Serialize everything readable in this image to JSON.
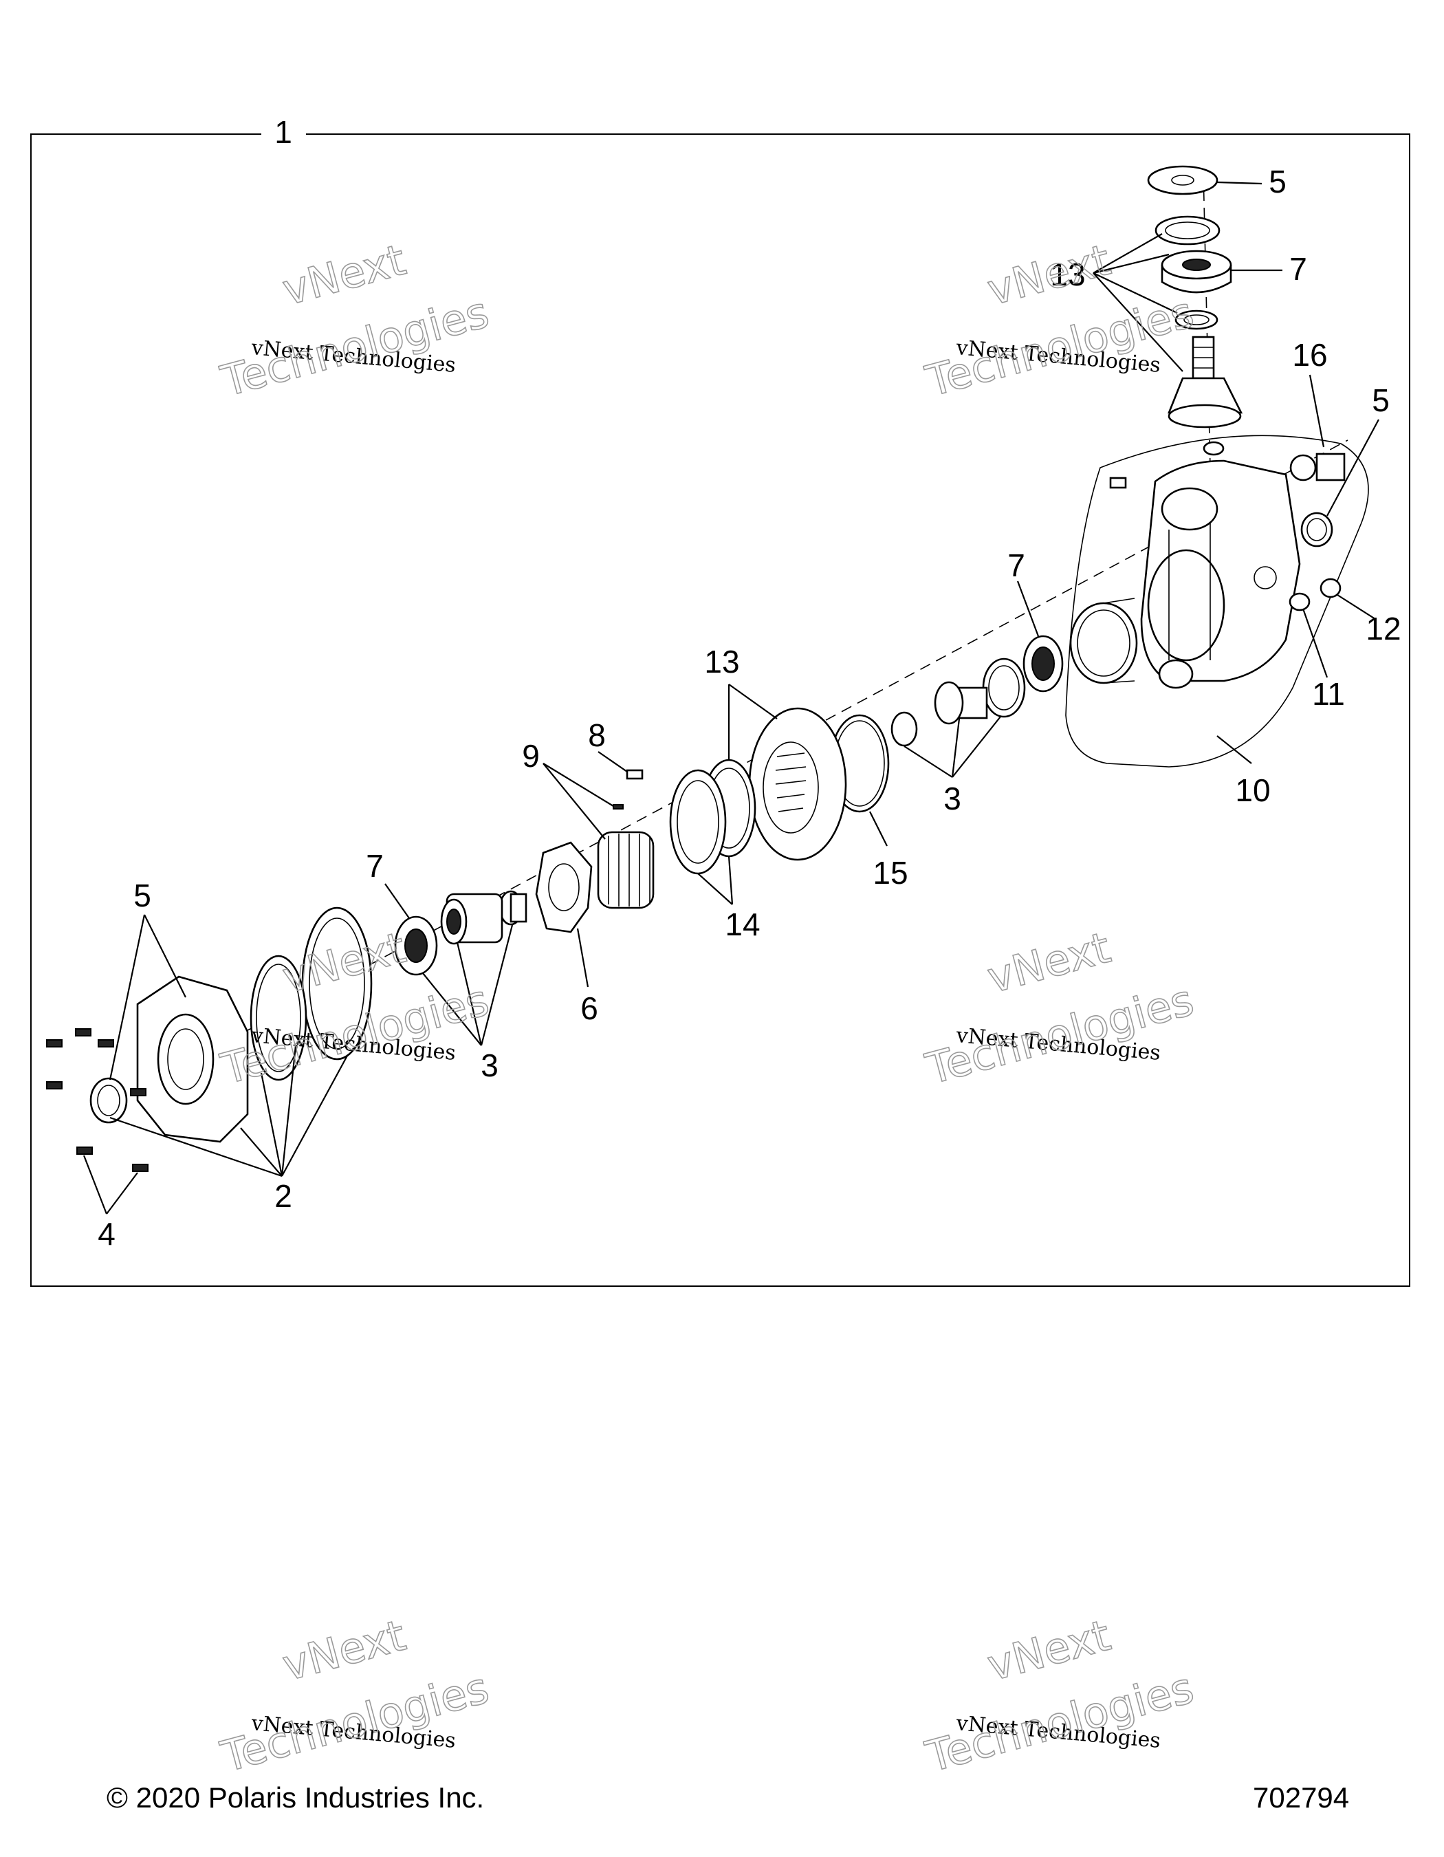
{
  "callouts": [
    "1",
    "2",
    "3",
    "3",
    "3",
    "4",
    "5",
    "5",
    "5",
    "6",
    "7",
    "7",
    "7",
    "8",
    "9",
    "10",
    "11",
    "12",
    "13",
    "13",
    "14",
    "15",
    "16"
  ],
  "watermark": {
    "line1": "vNext Technologies",
    "line2_a": "vNext",
    "line2_b": "Technologies"
  },
  "footer": {
    "copyright": "© 2020 Polaris Industries Inc.",
    "figure_number": "702794"
  }
}
